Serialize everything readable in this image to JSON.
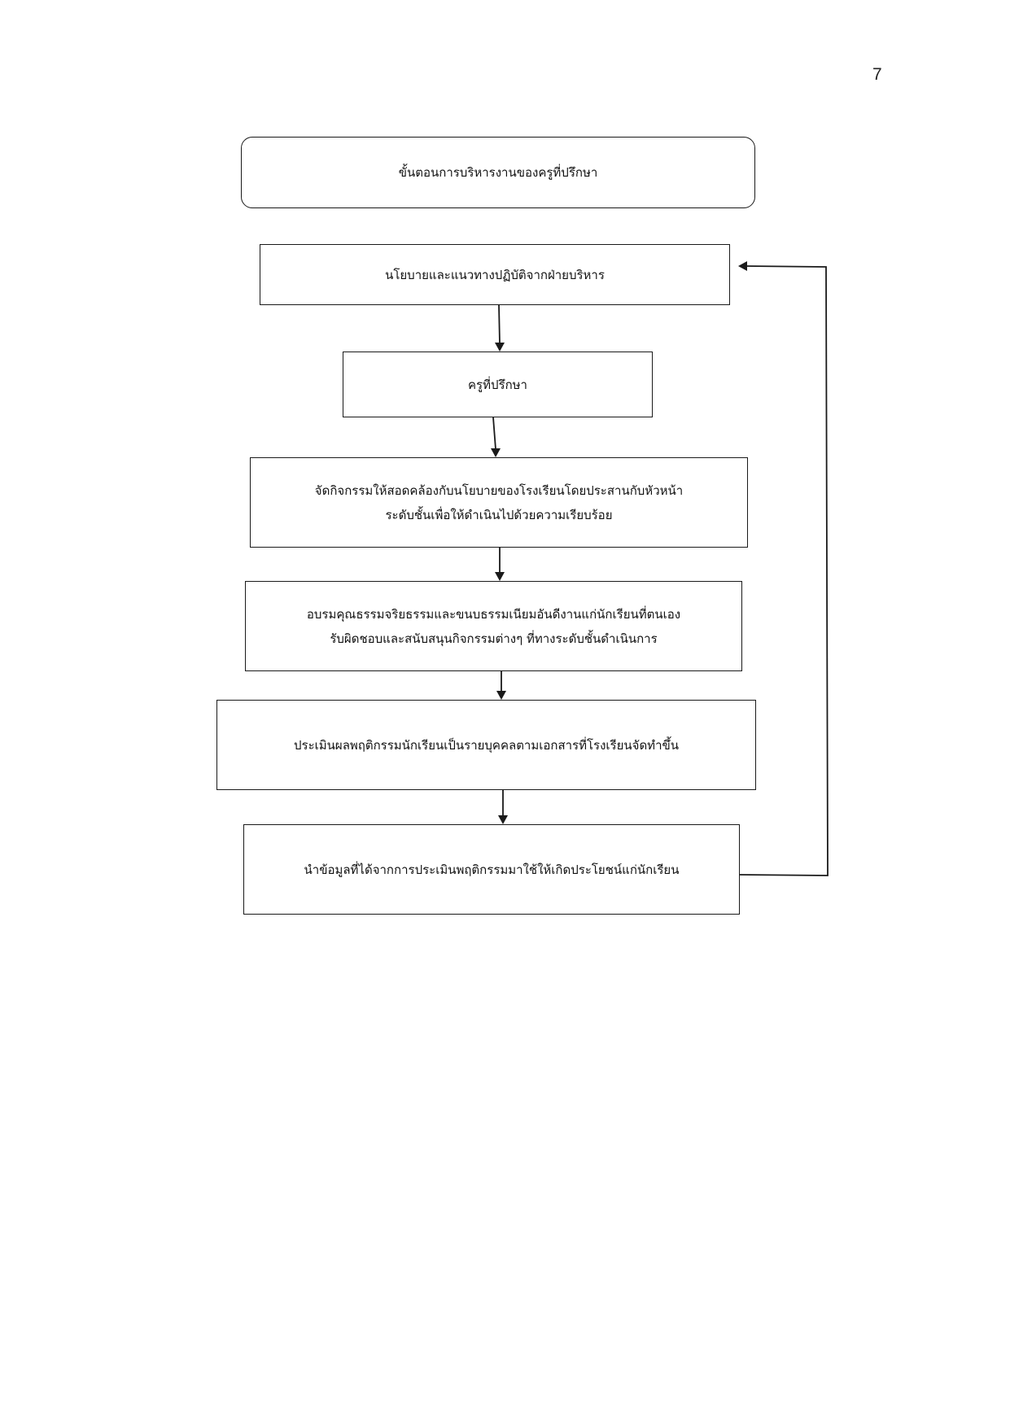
{
  "page": {
    "number": "7"
  },
  "flowchart": {
    "title": "ขั้นตอนการบริหารงานของครูที่ปรึกษา",
    "steps": [
      {
        "lines": [
          "นโยบายและแนวทางปฏิบัติจากฝ่ายบริหาร"
        ]
      },
      {
        "lines": [
          "ครูที่ปรึกษา"
        ]
      },
      {
        "lines": [
          "จัดกิจกรรมให้สอดคล้องกับนโยบายของโรงเรียนโดยประสานกับหัวหน้า",
          "ระดับชั้นเพื่อให้ดำเนินไปด้วยความเรียบร้อย"
        ]
      },
      {
        "lines": [
          "อบรมคุณธรรมจริยธรรมและขนบธรรมเนียมอันดีงานแก่นักเรียนที่ตนเอง",
          "รับผิดชอบและสนับสนุนกิจกรรมต่างๆ ที่ทางระดับชั้นดำเนินการ"
        ]
      },
      {
        "lines": [
          "ประเมินผลพฤติกรรมนักเรียนเป็นรายบุคคลตามเอกสารที่โรงเรียนจัดทำขึ้น"
        ]
      },
      {
        "lines": [
          "นำข้อมูลที่ได้จากการประเมินพฤติกรรมมาใช้ให้เกิดประโยชน์แก่นักเรียน"
        ]
      }
    ]
  }
}
